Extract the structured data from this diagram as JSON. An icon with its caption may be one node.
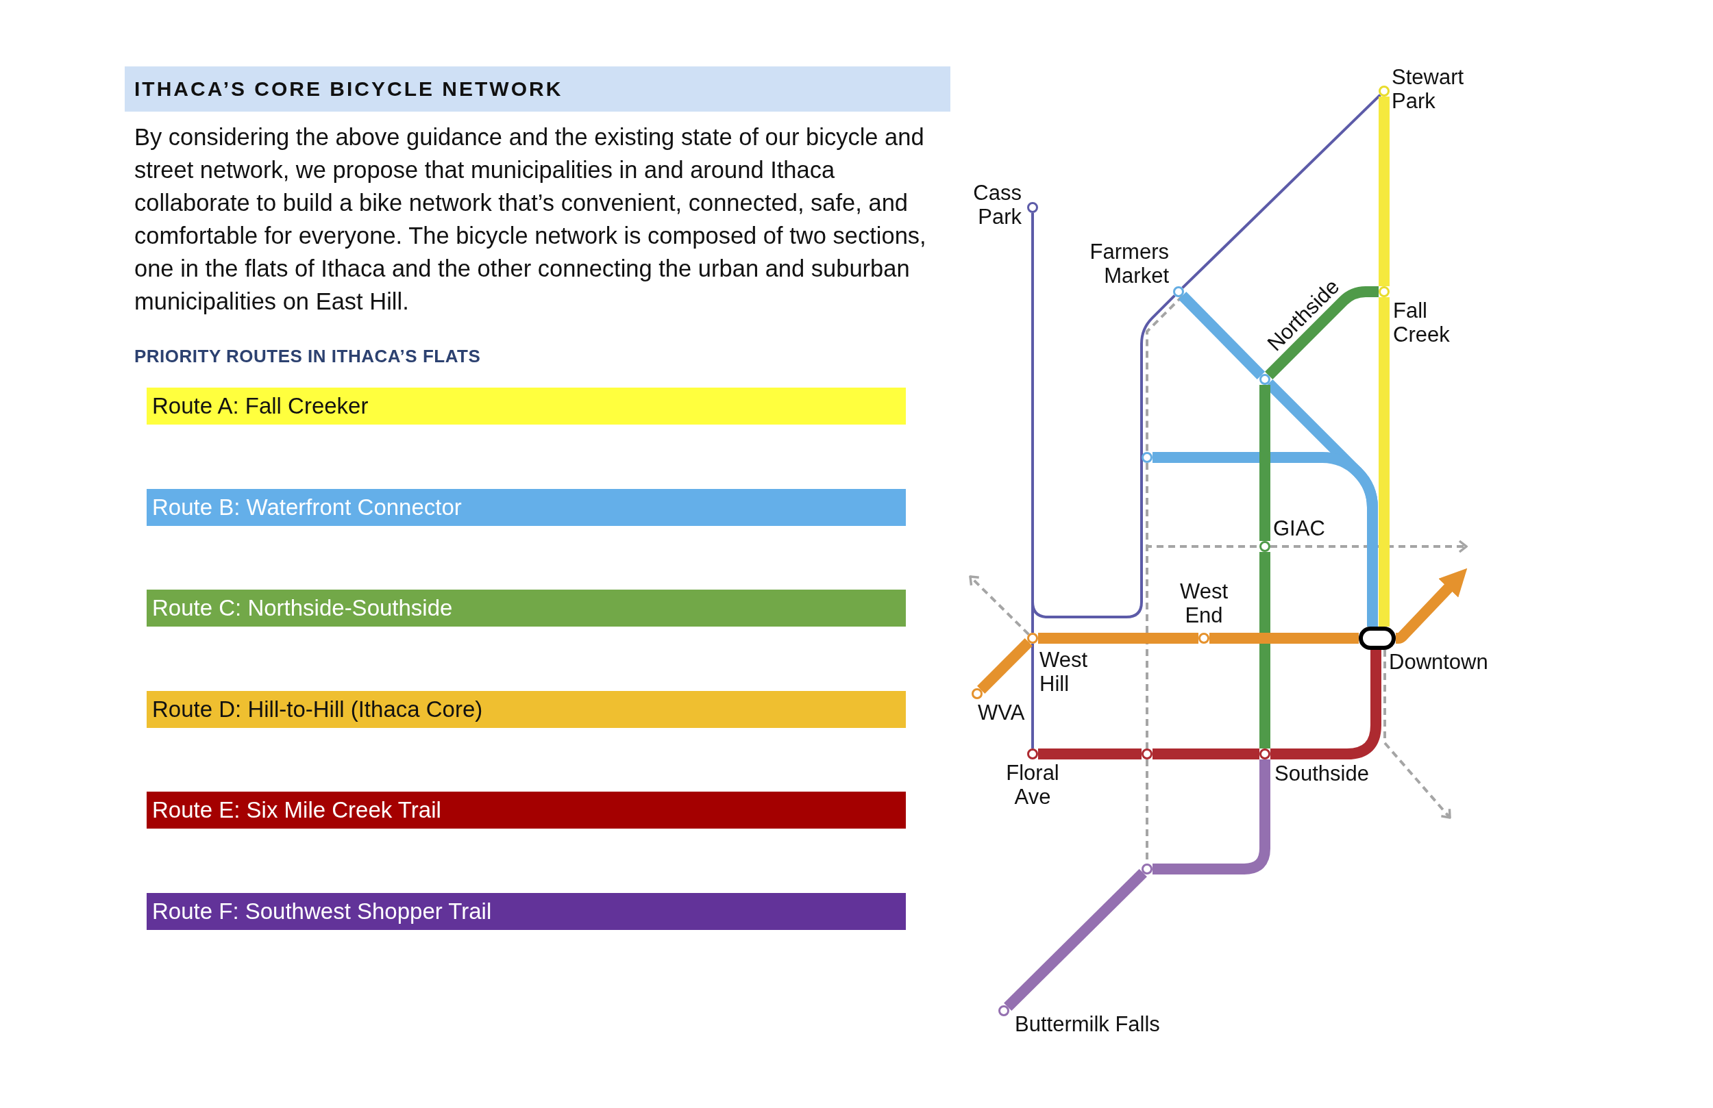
{
  "diagram": {
    "title": "ITHACA’S CORE BICYCLE NETWORK",
    "nodes": [
      {
        "text": [
          "Stewart Park"
        ]
      },
      {
        "text": [
          "Cass Park"
        ]
      },
      {
        "text": [
          "Farmers Market"
        ]
      },
      {
        "text": [
          "Fall Creek"
        ]
      },
      {
        "text": [
          "Northside"
        ]
      },
      {
        "text": [],
        "shape": "circle"
      },
      {
        "text": [
          "GIAC"
        ]
      },
      {
        "text": [
          "West Hill"
        ]
      },
      {
        "text": [
          "West End"
        ]
      },
      {
        "text": [
          "Downtown"
        ]
      },
      {
        "text": [
          "WVA"
        ]
      },
      {
        "text": [
          "Floral Ave"
        ]
      },
      {
        "text": [],
        "shape": "circle"
      },
      {
        "text": [
          "Southside"
        ]
      },
      {
        "text": [],
        "shape": "circle"
      },
      {
        "text": [
          "Buttermilk Falls"
        ]
      }
    ],
    "edges": [
      {
        "from": 0,
        "to": 3,
        "arrow": "none",
        "color": "#f5e93e"
      },
      {
        "from": 3,
        "to": 9,
        "arrow": "none",
        "color": "#f5e93e"
      },
      {
        "from": 2,
        "to": 4,
        "arrow": "none",
        "color": "#64ade3"
      },
      {
        "from": 4,
        "to": 9,
        "arrow": "none",
        "color": "#64ade3"
      },
      {
        "from": 5,
        "to": 9,
        "arrow": "none",
        "color": "#64ade3"
      },
      {
        "from": 3,
        "to": 4,
        "arrow": "none",
        "color": "#4f9a49"
      },
      {
        "from": 4,
        "to": 6,
        "arrow": "none",
        "color": "#4f9a49"
      },
      {
        "from": 6,
        "to": 13,
        "arrow": "none",
        "color": "#4f9a49"
      },
      {
        "from": 10,
        "to": 7,
        "arrow": "none",
        "color": "#e5922d"
      },
      {
        "from": 7,
        "to": 8,
        "arrow": "none",
        "color": "#e5922d"
      },
      {
        "from": 8,
        "to": 9,
        "arrow": "none",
        "color": "#e5922d"
      },
      {
        "from": 9,
        "to": null,
        "arrow": "to",
        "color": "#e5922d"
      },
      {
        "from": 11,
        "to": 12,
        "arrow": "none",
        "color": "#ad2a30"
      },
      {
        "from": 12,
        "to": 13,
        "arrow": "none",
        "color": "#ad2a30"
      },
      {
        "from": 13,
        "to": 9,
        "arrow": "none",
        "color": "#ad2a30"
      },
      {
        "from": 13,
        "to": 14,
        "arrow": "none",
        "color": "#9470b0"
      },
      {
        "from": 14,
        "to": 15,
        "arrow": "none",
        "color": "#9470b0"
      },
      {
        "from": 1,
        "to": 7,
        "arrow": "none",
        "color": "#5c5ba8"
      },
      {
        "from": 1,
        "to": 2,
        "arrow": "none",
        "color": "#5c5ba8"
      },
      {
        "from": 7,
        "to": 11,
        "arrow": "none",
        "color": "#5c5ba8"
      },
      {
        "from": 2,
        "to": 0,
        "arrow": "none",
        "color": "#5c5ba8"
      },
      {
        "from": 2,
        "to": 5,
        "arrow": "none",
        "style": "dashed",
        "color": "#a5a5a5"
      },
      {
        "from": 5,
        "to": 12,
        "arrow": "none",
        "style": "dashed",
        "color": "#a5a5a5"
      },
      {
        "from": 12,
        "to": 14,
        "arrow": "none",
        "style": "dashed",
        "color": "#a5a5a5"
      },
      {
        "from": 5,
        "to": 6,
        "arrow": "none",
        "style": "dashed",
        "color": "#a5a5a5"
      },
      {
        "from": 6,
        "to": null,
        "arrow": "to",
        "style": "dashed",
        "color": "#a5a5a5"
      },
      {
        "from": 7,
        "to": null,
        "arrow": "to",
        "style": "dashed",
        "color": "#a5a5a5"
      },
      {
        "from": 9,
        "to": null,
        "arrow": "to",
        "style": "dashed",
        "color": "#a5a5a5"
      }
    ],
    "labels": [
      "By considering the above guidance and the existing state of our bicycle and street network, we propose that municipalities in and around Ithaca collaborate to build a bike network that’s convenient, connected, safe, and comfortable for everyone. The bicycle network is composed of two sections, one in the flats of Ithaca and the other connecting the urban and suburban municipalities on East Hill.",
      "PRIORITY ROUTES IN ITHACA’S FLATS"
    ],
    "legend": [
      {
        "text": "Route A: Fall Creeker",
        "color": "#ffff3e"
      },
      {
        "text": "Route B: Waterfront Connector",
        "color": "#64afe9"
      },
      {
        "text": "Route C: Northside-Southside",
        "color": "#72a848"
      },
      {
        "text": "Route D: Hill-to-Hill (Ithaca Core)",
        "color": "#efbf30"
      },
      {
        "text": "Route E: Six Mile Creek Trail",
        "color": "#a40000"
      },
      {
        "text": "Route F: Southwest Shopper Trail",
        "color": "#623399"
      }
    ]
  }
}
